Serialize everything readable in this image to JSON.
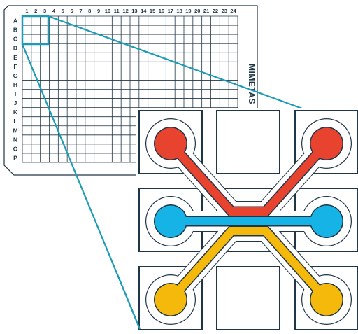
{
  "plate": {
    "columns": [
      "1",
      "2",
      "3",
      "4",
      "5",
      "6",
      "7",
      "8",
      "9",
      "10",
      "11",
      "12",
      "13",
      "14",
      "15",
      "16",
      "17",
      "18",
      "19",
      "20",
      "21",
      "22",
      "23",
      "24"
    ],
    "rows": [
      "A",
      "B",
      "C",
      "D",
      "E",
      "F",
      "G",
      "H",
      "I",
      "J",
      "K",
      "L",
      "M",
      "N",
      "O",
      "P"
    ],
    "brand": "MIMETAS",
    "highlight": {
      "columns": 3,
      "rows": 3
    }
  },
  "chip": {
    "channels": [
      {
        "name": "top",
        "color": "#e8432e"
      },
      {
        "name": "middle",
        "color": "#16b3e6"
      },
      {
        "name": "bottom",
        "color": "#f5b90b"
      }
    ]
  },
  "colors": {
    "outline": "#1f3647",
    "zoom_lines": "#1b9bb5"
  }
}
